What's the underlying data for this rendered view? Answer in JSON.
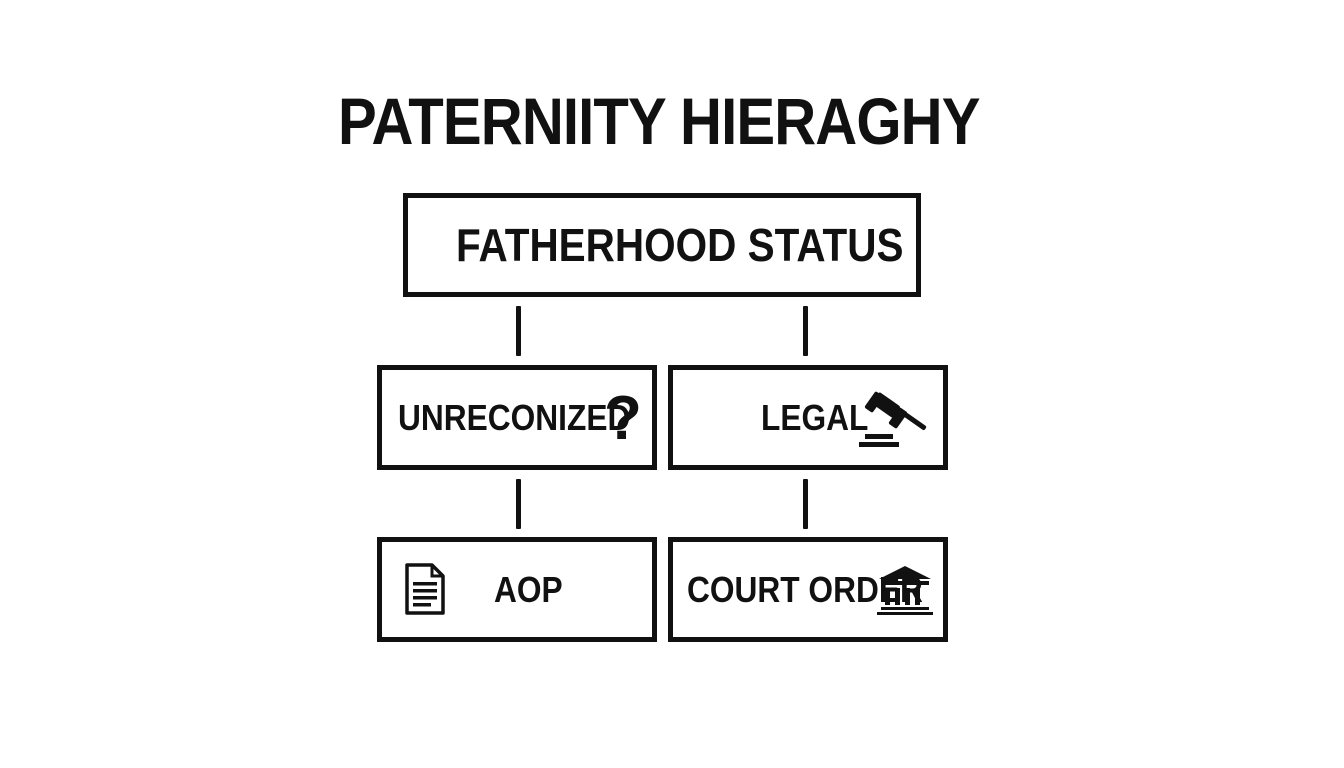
{
  "diagram": {
    "title": "PATERNIITY HIERAGHY",
    "root": {
      "label": "FATHERHOOD STATUS"
    },
    "branches": [
      {
        "label": "UNRECONIZED",
        "icon": "question-mark-icon",
        "child": {
          "label": "AOP",
          "icon": "document-icon"
        }
      },
      {
        "label": "LEGAL",
        "icon": "gavel-icon",
        "child": {
          "label": "COURT ORDER",
          "icon": "courthouse-icon"
        }
      }
    ],
    "colors": {
      "stroke": "#111111",
      "background": "#ffffff"
    }
  }
}
